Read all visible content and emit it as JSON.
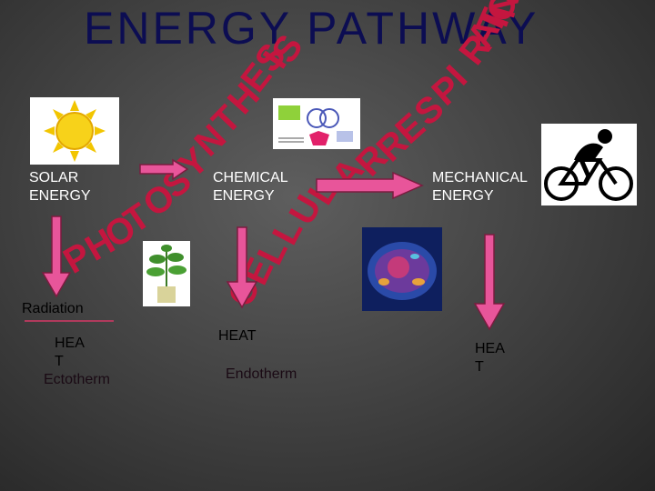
{
  "title": "ENERGY PATHWAY",
  "photosynthesis_word": "PHOTOSYNTHESIS",
  "respiration_word": "CELLULAR RESPIRATION",
  "labels": {
    "solar": "SOLAR\nENERGY",
    "chemical": "CHEMICAL\nENERGY",
    "mechanical": "MECHANICAL\nENERGY",
    "radiation": "Radiation",
    "heat_left": "HEA\nT",
    "ectotherm": "Ectotherm",
    "heat_center": "HEAT",
    "endotherm": "Endotherm",
    "heat_right": "HEA\nT"
  },
  "colors": {
    "title": "#0c0d52",
    "arc_text": "#c4163f",
    "arrow_fill": "#e8559a",
    "arrow_stroke": "#7a1c3f",
    "background": "#444444"
  },
  "icons": {
    "sun": "sun-icon",
    "plant": "plant-icon",
    "cell": "cell-icon",
    "cyclist": "cyclist-icon",
    "diagram": "metabolic-diagram-icon"
  }
}
